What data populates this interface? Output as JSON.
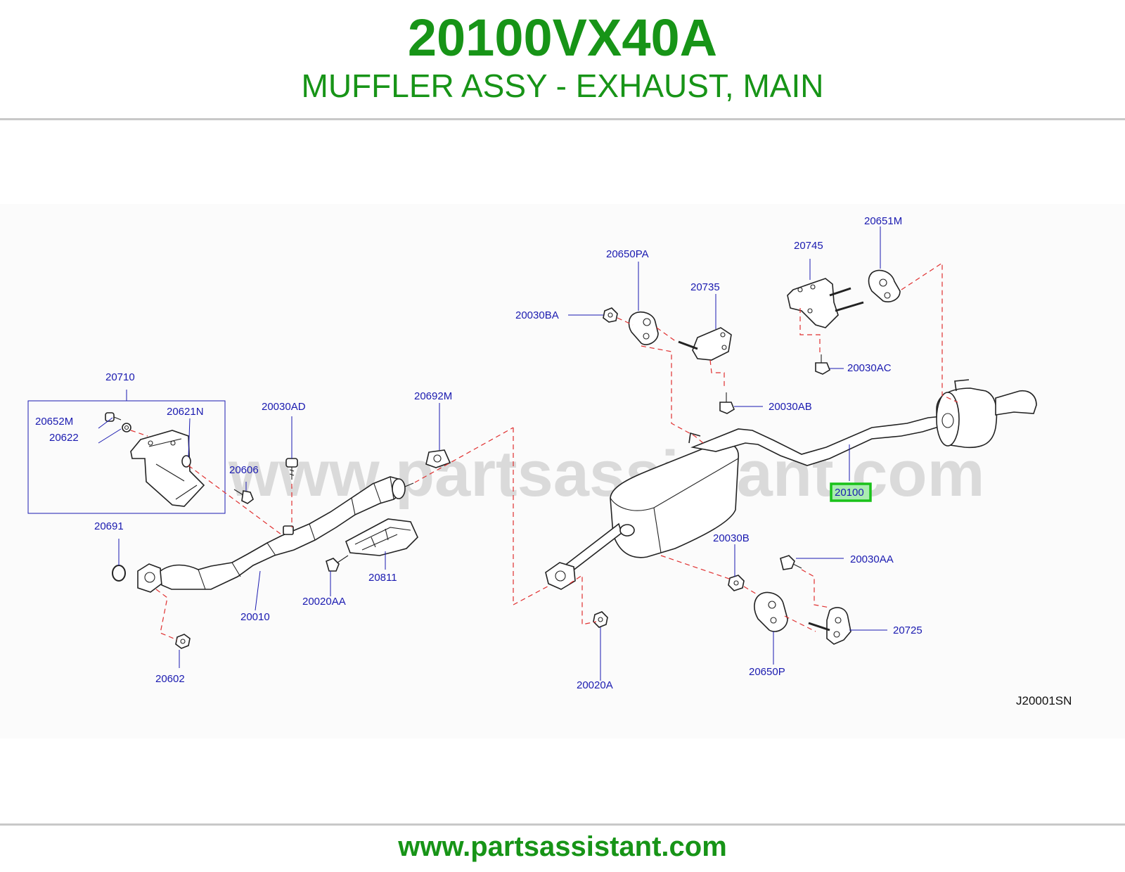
{
  "header": {
    "part_number": "20100VX40A",
    "description": "MUFFLER ASSY - EXHAUST, MAIN"
  },
  "diagram": {
    "watermark": "www.partsassistant.com",
    "figure_code": "J20001SN",
    "highlighted_callout": "20100",
    "colors": {
      "brand_green": "#179417",
      "callout_blue": "#1a1ab0",
      "dash_red": "#e03030",
      "highlight": "#19c219"
    },
    "callouts": [
      "20710",
      "20652M",
      "20622",
      "20621N",
      "20606",
      "20691",
      "20602",
      "20010",
      "20030AD",
      "20692M",
      "20811",
      "20020AA",
      "20030BA",
      "20650PA",
      "20735",
      "20030AB",
      "20745",
      "20651M",
      "20030AC",
      "20100",
      "20030B",
      "20030AA",
      "20725",
      "20650P",
      "20020A"
    ]
  },
  "footer": {
    "url": "www.partsassistant.com"
  }
}
